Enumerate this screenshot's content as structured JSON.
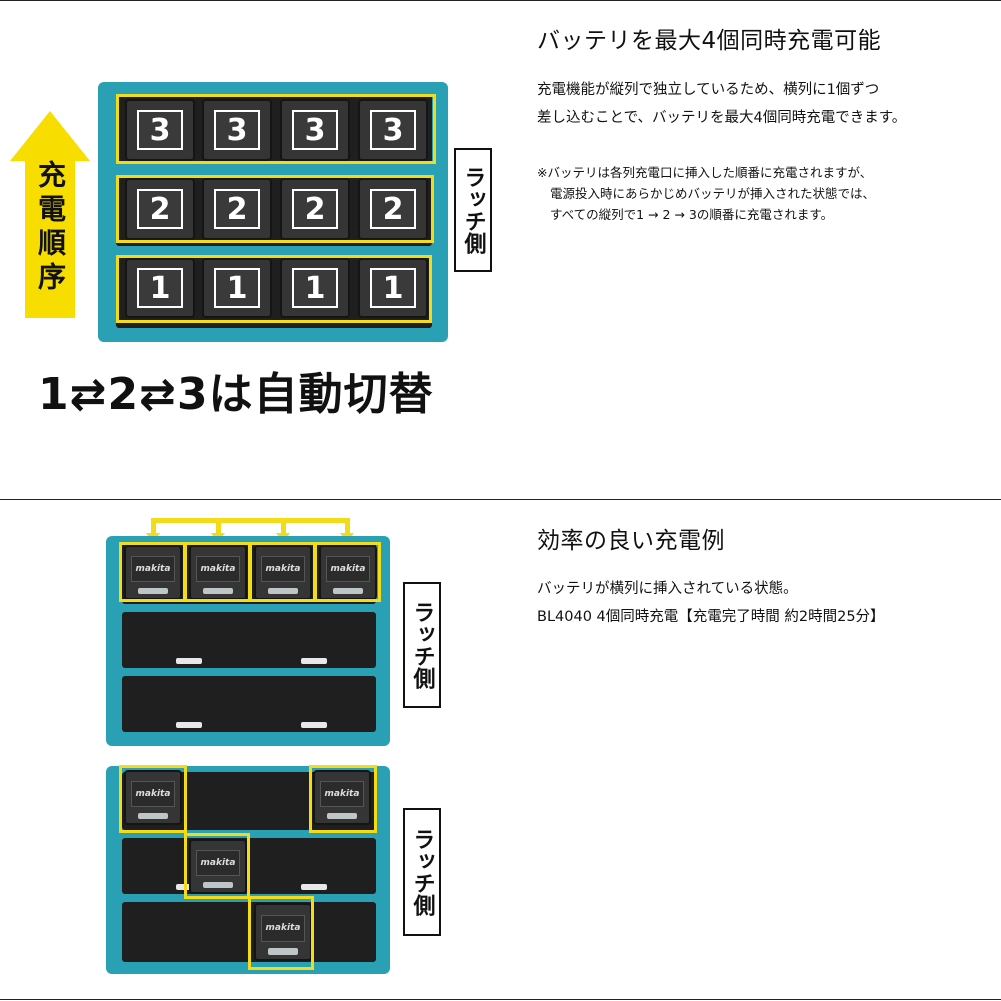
{
  "section1": {
    "heading": "バッテリを最大4個同時充電可能",
    "body_line1": "充電機能が縦列で独立しているため、横列に1個ずつ",
    "body_line2": "差し込むことで、バッテリを最大4個同時充電できます。",
    "note_line1": "※バッテリは各列充電口に挿入した順番に充電されますが、",
    "note_line2": "電源投入時にあらかじめバッテリが挿入された状態では、",
    "note_line3": "すべての縦列で1 → 2 → 3の順番に充電されます。",
    "order_label": "充電順序",
    "latch_label": "ラッチ側",
    "auto_switch": "1⇄2⇄3は自動切替",
    "row_numbers": [
      "3",
      "2",
      "1"
    ]
  },
  "section2": {
    "heading": "効率の良い充電例",
    "body_line1": "バッテリが横列に挿入されている状態。",
    "body_line2": "BL4040 4個同時充電【充電完了時間 約2時間25分】",
    "latch_label_top": "ラッチ側",
    "latch_label_bottom": "ラッチ側",
    "battery_brand": "makita"
  },
  "colors": {
    "highlight_yellow": "#f2dc1a",
    "arrow_yellow": "#f7de00",
    "case_teal": "#2aa0b4"
  }
}
